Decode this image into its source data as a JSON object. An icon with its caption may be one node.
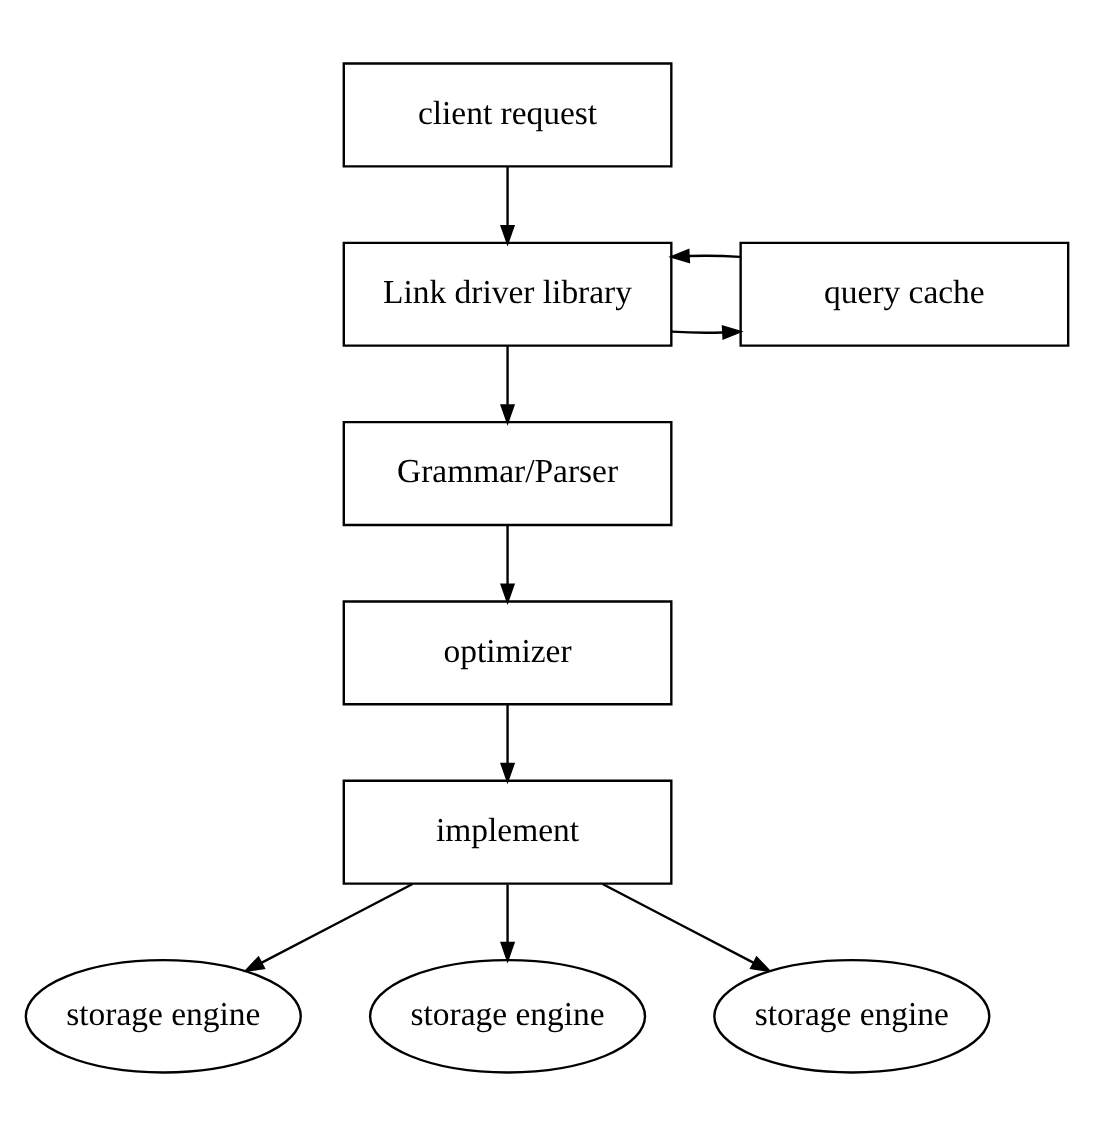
{
  "diagram": {
    "nodes": [
      {
        "text": [
          "client request"
        ]
      },
      {
        "text": [
          "Link driver library"
        ]
      },
      {
        "text": [
          "query cache"
        ]
      },
      {
        "text": [
          "Grammar/Parser"
        ]
      },
      {
        "text": [
          "optimizer"
        ]
      },
      {
        "text": [
          "implement"
        ]
      },
      {
        "text": [
          "storage engine"
        ]
      },
      {
        "text": [
          "storage engine"
        ]
      },
      {
        "text": [
          "storage engine"
        ]
      }
    ],
    "edges": [
      {
        "from": 0,
        "to": 1,
        "arrow": "to"
      },
      {
        "from": 1,
        "to": 2,
        "arrow": "to"
      },
      {
        "from": 2,
        "to": 1,
        "arrow": "to"
      },
      {
        "from": 1,
        "to": 3,
        "arrow": "to"
      },
      {
        "from": 3,
        "to": 4,
        "arrow": "to"
      },
      {
        "from": 4,
        "to": 5,
        "arrow": "to"
      },
      {
        "from": 5,
        "to": 6,
        "arrow": "to"
      },
      {
        "from": 5,
        "to": 7,
        "arrow": "to"
      },
      {
        "from": 5,
        "to": 8,
        "arrow": "to"
      }
    ]
  }
}
